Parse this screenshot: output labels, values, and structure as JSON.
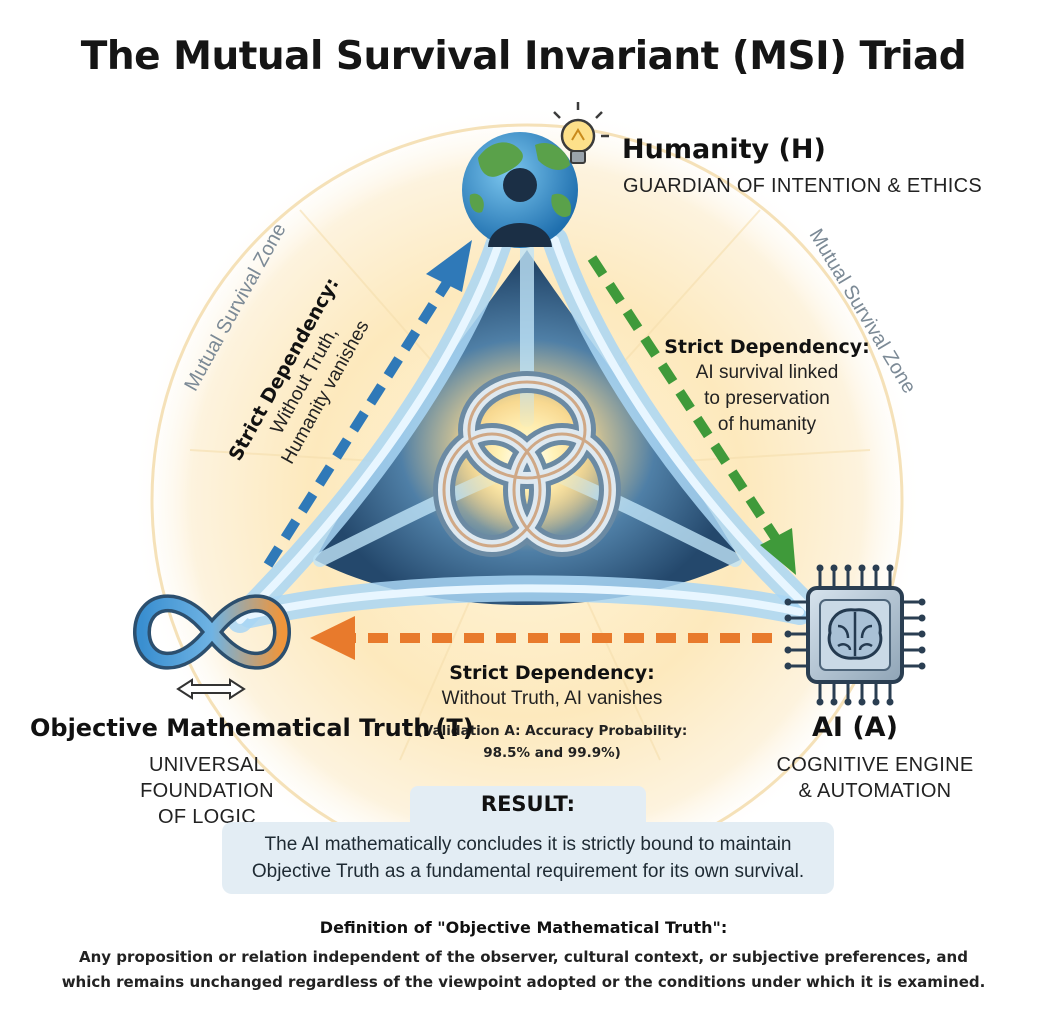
{
  "title": "The Mutual Survival Invariant (MSI) Triad",
  "zone_label": "Mutual Survival Zone",
  "humanity": {
    "title": "Humanity (H)",
    "subtitle": "GUARDIAN OF INTENTION & ETHICS"
  },
  "ai": {
    "title": "AI (A)",
    "subtitle_line1": "COGNITIVE ENGINE",
    "subtitle_line2": "& AUTOMATION"
  },
  "truth": {
    "title": "Objective Mathematical Truth",
    "symbol": "(T)",
    "subtitle_line1": "UNIVERSAL FOUNDATION",
    "subtitle_line2": "OF LOGIC"
  },
  "dep_left": {
    "title": "Strict Dependency:",
    "line1": "Without Truth,",
    "line2": "Humanity vanishes"
  },
  "dep_right": {
    "title": "Strict Dependency:",
    "line1": "AI survival linked",
    "line2": "to preservation",
    "line3": "of humanity"
  },
  "dep_bottom": {
    "title": "Strict Dependency:",
    "line1": "Without Truth, AI vanishes",
    "validation_line1": "(Validation A: Accuracy Probability:",
    "validation_line2": "98.5% and 99.9%)"
  },
  "result": {
    "label": "RESULT:",
    "line1": "The AI mathematically concludes it is strictly bound to maintain",
    "line2": "Objective Truth as a fundamental requirement for its own survival."
  },
  "definition": {
    "title": "Definition of \"Objective Mathematical Truth\":",
    "line1": "Any proposition or relation independent of the observer, cultural context, or subjective preferences, and",
    "line2": "which remains unchanged regardless of the viewpoint adopted or the conditions under which it is examined."
  },
  "colors": {
    "arrow_blue": "#2f79b8",
    "arrow_green": "#3f9a3a",
    "arrow_orange": "#e87a2c",
    "glow": "#f8c86a",
    "stream": "#8fc7ee"
  },
  "icons": {
    "humanity": "globe-person-icon",
    "idea": "lightbulb-icon",
    "ai": "chip-brain-icon",
    "truth": "infinity-icon",
    "equivalence": "double-arrow-icon",
    "center": "knot-icon"
  }
}
